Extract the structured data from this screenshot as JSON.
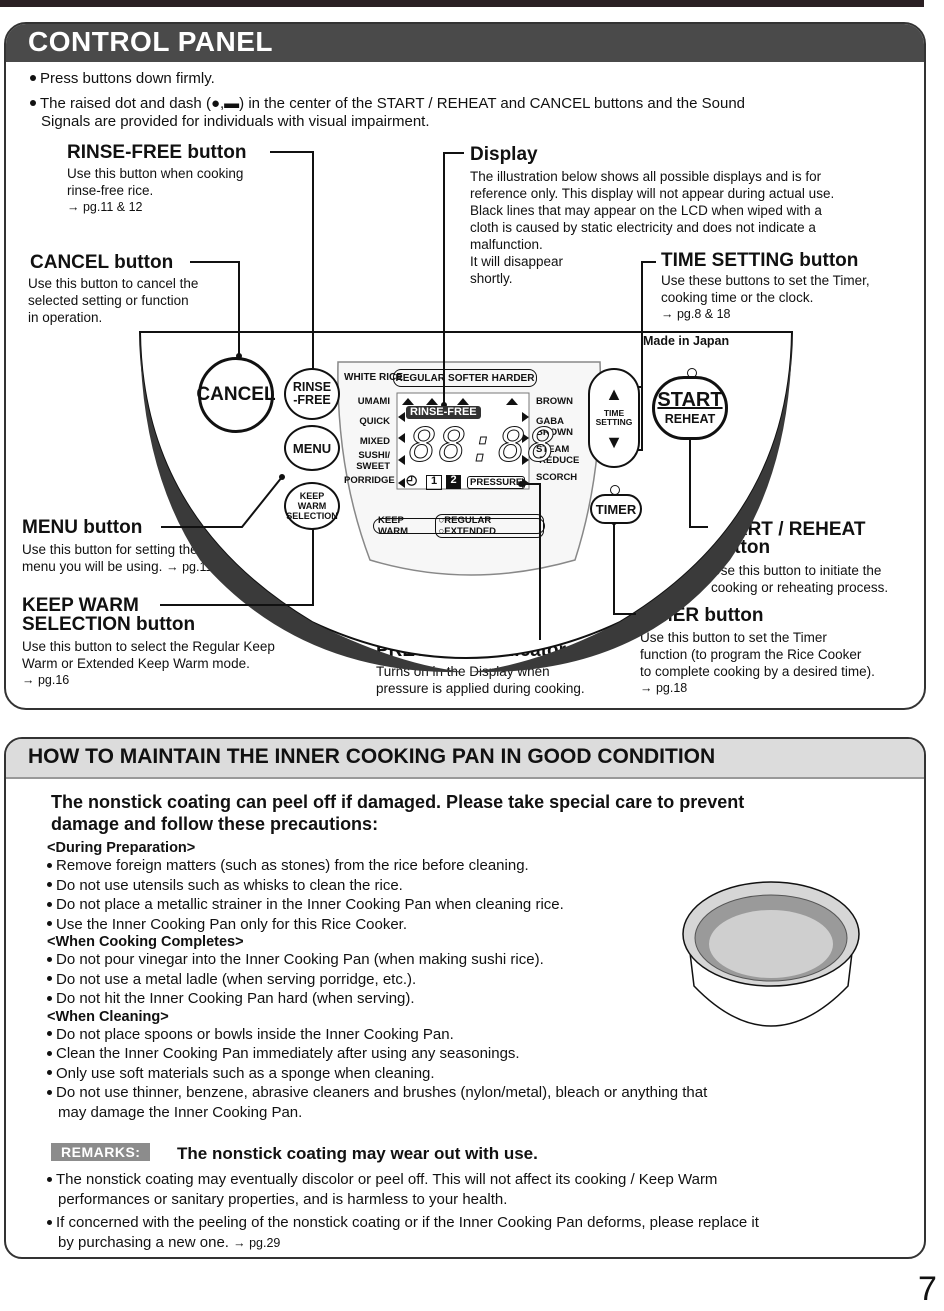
{
  "control_panel": {
    "title": "CONTROL PANEL",
    "notes": [
      "Press buttons down firmly.",
      "The raised dot and dash (●,▬) in the center of the START / REHEAT and CANCEL buttons and the Sound",
      "Signals are provided for individuals with visual impairment."
    ],
    "callouts": {
      "rinse_free": {
        "title": "RINSE-FREE button",
        "desc": [
          "Use this button when cooking",
          "rinse-free rice."
        ],
        "ref": "→ pg.11 & 12"
      },
      "cancel": {
        "title": "CANCEL button",
        "desc": [
          "Use this button to cancel the",
          "selected setting or function",
          "in operation."
        ]
      },
      "display": {
        "title": "Display",
        "desc": [
          "The illustration below shows all possible displays and is for",
          "reference only. This display will not appear during actual use.",
          "Black lines that may appear on the LCD when wiped with a",
          "cloth is caused by static electricity and does not indicate a",
          "malfunction.",
          "It will disappear",
          "shortly."
        ]
      },
      "time_setting": {
        "title": "TIME SETTING button",
        "desc": [
          "Use these buttons to set the Timer,",
          "cooking time or the clock."
        ],
        "ref": "→ pg.8 & 18"
      },
      "menu": {
        "title": "MENU button",
        "desc": [
          "Use this button for setting the",
          "menu you will be using."
        ],
        "ref": "→ pg.11"
      },
      "keep_warm": {
        "title1": "KEEP WARM",
        "title2": "SELECTION button",
        "desc": [
          "Use this button to select the Regular Keep",
          "Warm or Extended Keep Warm mode."
        ],
        "ref": "→ pg.16"
      },
      "pressure": {
        "title": "PRESSURE indicator",
        "desc": [
          "Turns on in the Display when",
          "pressure is applied during cooking."
        ]
      },
      "start_reheat": {
        "title1": "START / REHEAT",
        "title2": "button",
        "desc": [
          "Use this button to initiate the",
          "cooking or reheating process."
        ]
      },
      "timer": {
        "title": "TIMER button",
        "desc": [
          "Use this button to set the Timer",
          "function (to program the Rice Cooker",
          "to complete cooking by a desired time)."
        ],
        "ref": "→ pg.18"
      }
    },
    "device": {
      "made_in": "Made in Japan",
      "cancel": "CANCEL",
      "rinse": "RINSE",
      "free": "-FREE",
      "menu": "MENU",
      "keep_warm_1": "KEEP WARM",
      "keep_warm_2": "SELECTION",
      "time_1": "TIME",
      "time_2": "SETTING",
      "start": "START",
      "reheat": "REHEAT",
      "timer": "TIMER",
      "white_rice": "WHITE RICE",
      "textures": [
        "REGULAR",
        "SOFTER",
        "HARDER"
      ],
      "left_menu": [
        "UMAMI",
        "QUICK",
        "MIXED",
        "SUSHI/",
        "SWEET",
        "PORRIDGE"
      ],
      "right_menu": [
        "BROWN",
        "GABA",
        "BROWN",
        "STEAM",
        "-REDUCE",
        "SCORCH"
      ],
      "lcd_rinse": "RINSE-FREE",
      "lcd_digits": "88:88",
      "lcd_one": "1",
      "lcd_two": "2",
      "lcd_pressure": "PRESSURE",
      "kw_label": "KEEP WARM",
      "kw_regular": "REGULAR",
      "kw_extended": "EXTENDED"
    }
  },
  "maintain": {
    "title": "HOW TO MAINTAIN THE INNER COOKING PAN IN GOOD CONDITION",
    "lead": [
      "The nonstick coating can peel off if damaged. Please take special care to prevent",
      "damage and follow these precautions:"
    ],
    "sections": [
      {
        "heading": "<During Preparation>",
        "items": [
          "Remove foreign matters (such as stones) from the rice before cleaning.",
          "Do not use utensils such as whisks to clean the rice.",
          "Do not place a metallic strainer in the Inner Cooking Pan when cleaning rice.",
          "Use the Inner Cooking Pan only for this Rice Cooker."
        ]
      },
      {
        "heading": "<When Cooking Completes>",
        "items": [
          "Do not pour vinegar into the Inner Cooking Pan (when making sushi rice).",
          "Do not use a metal ladle (when serving porridge, etc.).",
          "Do not hit the Inner Cooking Pan hard (when serving)."
        ]
      },
      {
        "heading": "<When Cleaning>",
        "items": [
          "Do not place spoons or bowls inside the Inner Cooking Pan.",
          "Clean the Inner Cooking Pan immediately after using any seasonings.",
          "Only use soft materials such as a sponge when cleaning.",
          "Do not use thinner, benzene, abrasive cleaners and brushes (nylon/metal), bleach or anything that",
          "may damage the Inner Cooking Pan."
        ]
      }
    ],
    "remarks_badge": "REMARKS:",
    "remarks_title": "The nonstick coating may wear out with use.",
    "remarks": [
      "The nonstick coating may eventually discolor or peel off. This will not affect its cooking / Keep Warm",
      "performances or sanitary properties, and is harmless to your health.",
      "If concerned with the peeling of the nonstick coating or if the Inner Cooking Pan deforms, please replace it",
      "by purchasing a new one."
    ],
    "remarks_ref": "→ pg.29"
  },
  "page_number": "7"
}
